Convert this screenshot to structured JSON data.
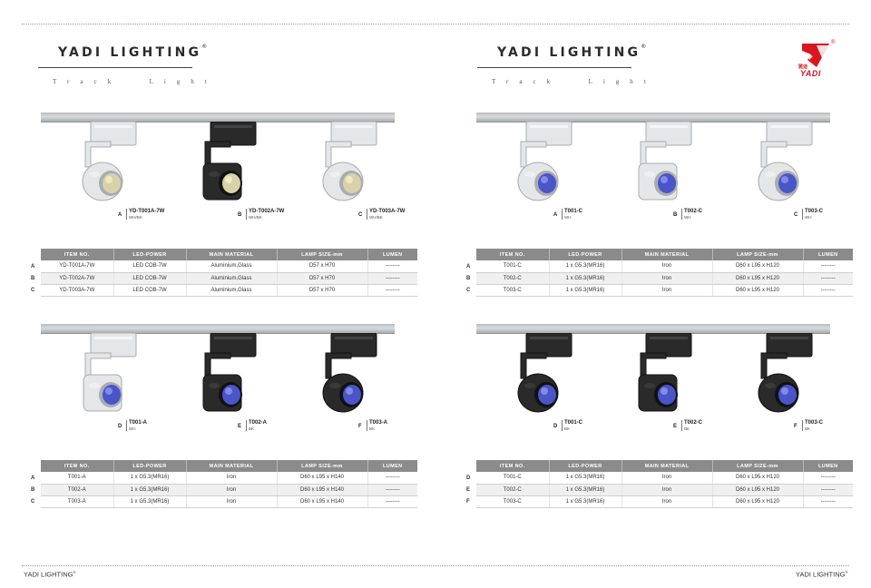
{
  "brand": {
    "name": "YADI LIGHTING",
    "reg": "®",
    "subtitle_left": "Track",
    "subtitle_right": "Light"
  },
  "logo": {
    "text": "YADI",
    "chinese": "雅迪",
    "reg": "®",
    "color": "#d7161f"
  },
  "footer": {
    "left": "YADI LIGHTING",
    "right": "YADI LIGHTING",
    "reg": "®"
  },
  "headers": [
    "ITEM NO.",
    "LED-POWER",
    "MAIN MATERIAL",
    "LAMP SIZE-mm",
    "LUMEN"
  ],
  "panels": [
    {
      "products": [
        {
          "letter": "A",
          "code": "YD-T001A-7W",
          "color": "WH/BK",
          "finish": "white",
          "style": "cob-round"
        },
        {
          "letter": "B",
          "code": "YD-T002A-7W",
          "color": "WH/BK",
          "finish": "black",
          "style": "cob-square"
        },
        {
          "letter": "C",
          "code": "YD-T003A-7W",
          "color": "WH/BK",
          "finish": "white",
          "style": "cob-round"
        }
      ],
      "rows": [
        {
          "label": "A",
          "cells": [
            "YD-T001A-7W",
            "LED COB-7W",
            "Aluminium,Glass",
            "D57 x H70",
            "--------"
          ]
        },
        {
          "label": "B",
          "cells": [
            "YD-T002A-7W",
            "LED COB-7W",
            "Aluminium,Glass",
            "D57 x H70",
            "--------"
          ]
        },
        {
          "label": "C",
          "cells": [
            "YD-T003A-7W",
            "LED COB-7W",
            "Aluminium,Glass",
            "D57 x H70",
            "--------"
          ]
        }
      ]
    },
    {
      "products": [
        {
          "letter": "A",
          "code": "T001-C",
          "color": "WH",
          "finish": "white",
          "style": "mr16-round"
        },
        {
          "letter": "B",
          "code": "T002-C",
          "color": "WH",
          "finish": "white",
          "style": "mr16-square"
        },
        {
          "letter": "C",
          "code": "T003-C",
          "color": "WH",
          "finish": "white",
          "style": "mr16-round"
        }
      ],
      "rows": [
        {
          "label": "A",
          "cells": [
            "T001-C",
            "1 x G5.3(MR16)",
            "Iron",
            "D60 x L95 x H120",
            "--------"
          ]
        },
        {
          "label": "B",
          "cells": [
            "T002-C",
            "1 x G5.3(MR16)",
            "Iron",
            "D60 x L95 x H120",
            "--------"
          ]
        },
        {
          "label": "C",
          "cells": [
            "T003-C",
            "1 x G5.3(MR16)",
            "Iron",
            "D60 x L95 x H120",
            "--------"
          ]
        }
      ]
    },
    {
      "products": [
        {
          "letter": "D",
          "code": "T001-A",
          "color": "WH",
          "finish": "white",
          "style": "mr16-square"
        },
        {
          "letter": "E",
          "code": "T002-A",
          "color": "BK",
          "finish": "black",
          "style": "mr16-square"
        },
        {
          "letter": "F",
          "code": "T003-A",
          "color": "BK",
          "finish": "black",
          "style": "mr16-round"
        }
      ],
      "rows": [
        {
          "label": "A",
          "cells": [
            "T001-A",
            "1 x G5.3(MR16)",
            "Iron",
            "D60 x L95 x H140",
            "--------"
          ]
        },
        {
          "label": "B",
          "cells": [
            "T002-A",
            "1 x G5.3(MR16)",
            "Iron",
            "D60 x L95 x H140",
            "--------"
          ]
        },
        {
          "label": "C",
          "cells": [
            "T003-A",
            "1 x G5.3(MR16)",
            "Iron",
            "D60 x L95 x H140",
            "--------"
          ]
        }
      ]
    },
    {
      "products": [
        {
          "letter": "D",
          "code": "T001-C",
          "color": "BK",
          "finish": "black",
          "style": "mr16-round"
        },
        {
          "letter": "E",
          "code": "T002-C",
          "color": "BK",
          "finish": "black",
          "style": "mr16-square"
        },
        {
          "letter": "F",
          "code": "T003-C",
          "color": "BK",
          "finish": "black",
          "style": "mr16-round"
        }
      ],
      "rows": [
        {
          "label": "D",
          "cells": [
            "T001-C",
            "1 x G5.3(MR16)",
            "Iron",
            "D60 x L95 x H120",
            "--------"
          ]
        },
        {
          "label": "E",
          "cells": [
            "T002-C",
            "1 x G5.3(MR16)",
            "Iron",
            "D60 x L95 x H120",
            "--------"
          ]
        },
        {
          "label": "F",
          "cells": [
            "T003-C",
            "1 x G5.3(MR16)",
            "Iron",
            "D60 x L95 x H120",
            "--------"
          ]
        }
      ]
    }
  ]
}
